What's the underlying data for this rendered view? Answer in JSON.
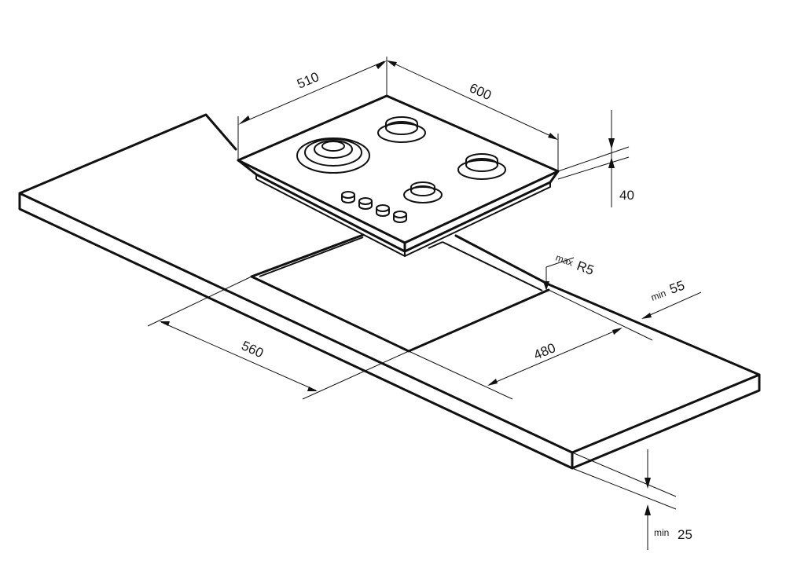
{
  "dimensions": {
    "hob_depth": "510",
    "hob_width": "600",
    "hob_height": "40",
    "cutout_depth": "560",
    "cutout_width": "480",
    "corner_radius_prefix": "max",
    "corner_radius_value": "R5",
    "edge_clearance_prefix": "min",
    "edge_clearance_value": "55",
    "worktop_thickness_prefix": "min",
    "worktop_thickness_value": "25"
  },
  "colors": {
    "line": "#111111",
    "background": "#ffffff"
  }
}
